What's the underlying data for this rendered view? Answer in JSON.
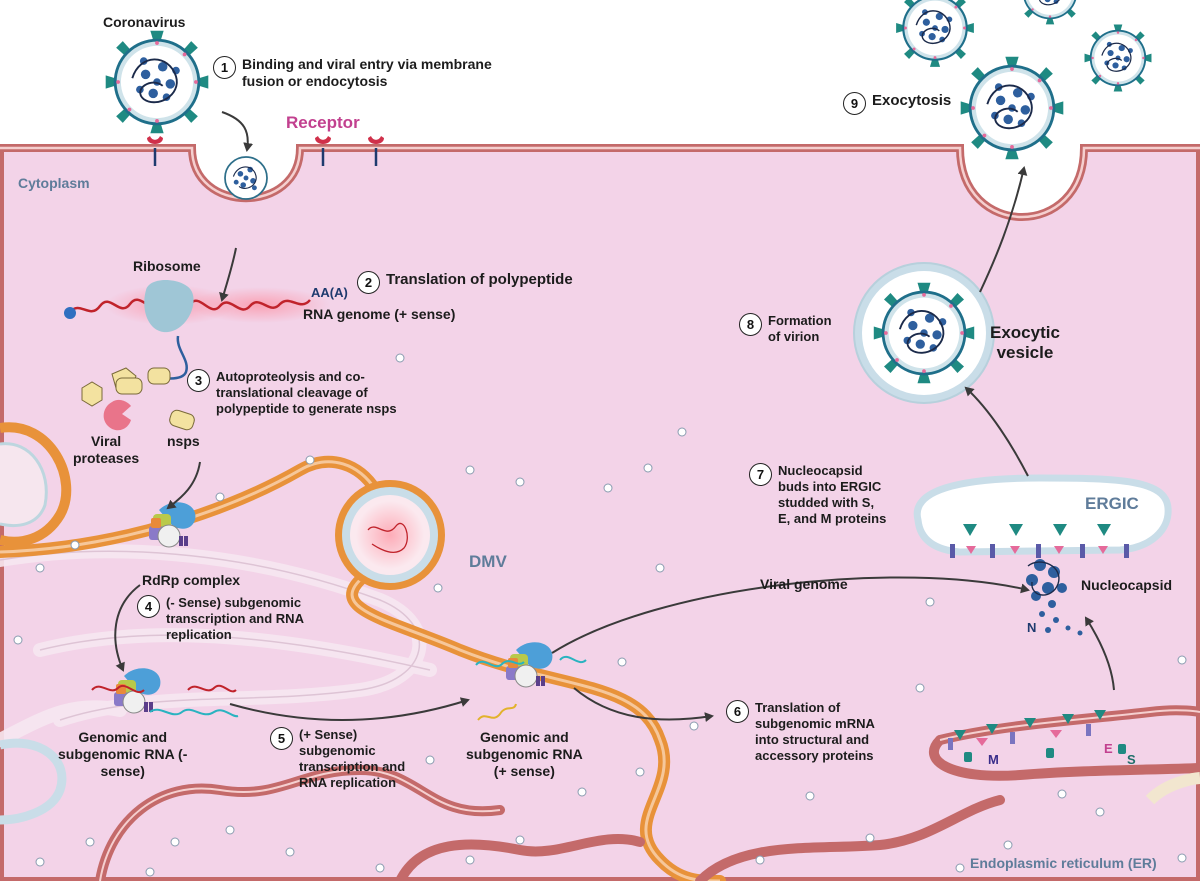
{
  "labels": {
    "coronavirus": "Coronavirus",
    "receptor": "Receptor",
    "cytoplasm": "Cytoplasm",
    "ribosome": "Ribosome",
    "aa_tail": "AA(A)",
    "rna_genome": "RNA genome (+ sense)",
    "viral_proteases": "Viral\nproteases",
    "nsps": "nsps",
    "rdrp_complex": "RdRp complex",
    "dmv": "DMV",
    "genomic_minus": "Genomic and\nsubgenomic RNA (-\nsense)",
    "genomic_plus": "Genomic and\nsubgenomic RNA\n(+ sense)",
    "viral_genome": "Viral genome",
    "nucleocapsid": "Nucleocapsid",
    "n": "N",
    "ergic": "ERGIC",
    "exocytic_vesicle": "Exocytic\nvesicle",
    "m": "M",
    "e": "E",
    "s": "S",
    "er": "Endoplasmic reticulum (ER)"
  },
  "steps": [
    {
      "num": "1",
      "text": "Binding and viral entry via membrane\nfusion or endocytosis"
    },
    {
      "num": "2",
      "text": "Translation of polypeptide"
    },
    {
      "num": "3",
      "text": "Autoproteolysis and co-\ntranslational cleavage of\npolypeptide to generate nsps"
    },
    {
      "num": "4",
      "text": "(- Sense) subgenomic\ntranscription and RNA\nreplication"
    },
    {
      "num": "5",
      "text": "(+ Sense)\nsubgenomic\ntranscription and\nRNA replication"
    },
    {
      "num": "6",
      "text": "Translation of\nsubgenomic mRNA\ninto structural and\naccessory proteins"
    },
    {
      "num": "7",
      "text": "Nucleocapsid\nbuds into ERGIC\nstudded with S,\nE, and M proteins"
    },
    {
      "num": "8",
      "text": "Formation\nof virion"
    },
    {
      "num": "9",
      "text": "Exocytosis"
    }
  ],
  "colors": {
    "cytoplasm": "#f3d3e8",
    "membrane": "#c46a6a",
    "er_orange": "#e8923a",
    "virus_teal": "#1f8a82",
    "capsid_blue": "#2e5f9e",
    "receptor_pink": "#c2408f",
    "vesicle_blue": "#c9dde8",
    "label_steel": "#5f7c9a",
    "rna_red": "#c0232b"
  }
}
